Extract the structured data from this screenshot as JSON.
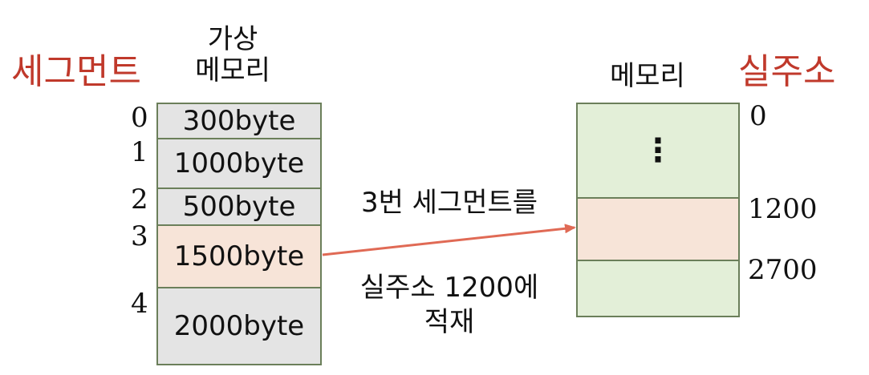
{
  "labels": {
    "segment": "세그먼트",
    "virtual_memory_line1": "가상",
    "virtual_memory_line2": "메모리",
    "memory": "메모리",
    "physical_address": "실주소"
  },
  "segments": [
    {
      "index": "0",
      "size": "300byte"
    },
    {
      "index": "1",
      "size": "1000byte"
    },
    {
      "index": "2",
      "size": "500byte"
    },
    {
      "index": "3",
      "size": "1500byte"
    },
    {
      "index": "4",
      "size": "2000byte"
    }
  ],
  "memory_blocks": [
    {
      "content": "⋮"
    },
    {
      "content": ""
    },
    {
      "content": ""
    }
  ],
  "addresses": [
    "0",
    "1200",
    "2700"
  ],
  "arrow": {
    "text_above": "3번 세그먼트를",
    "text_below_line1": "실주소 1200에",
    "text_below_line2": "적재"
  },
  "colors": {
    "label_red": "#c0392b",
    "segment_gray": "#e4e4e4",
    "segment_highlight": "#f7e4d8",
    "memory_green": "#e3efd8",
    "memory_highlight": "#f7e4d8",
    "border": "#6b7f5a",
    "arrow": "#e06a55"
  }
}
